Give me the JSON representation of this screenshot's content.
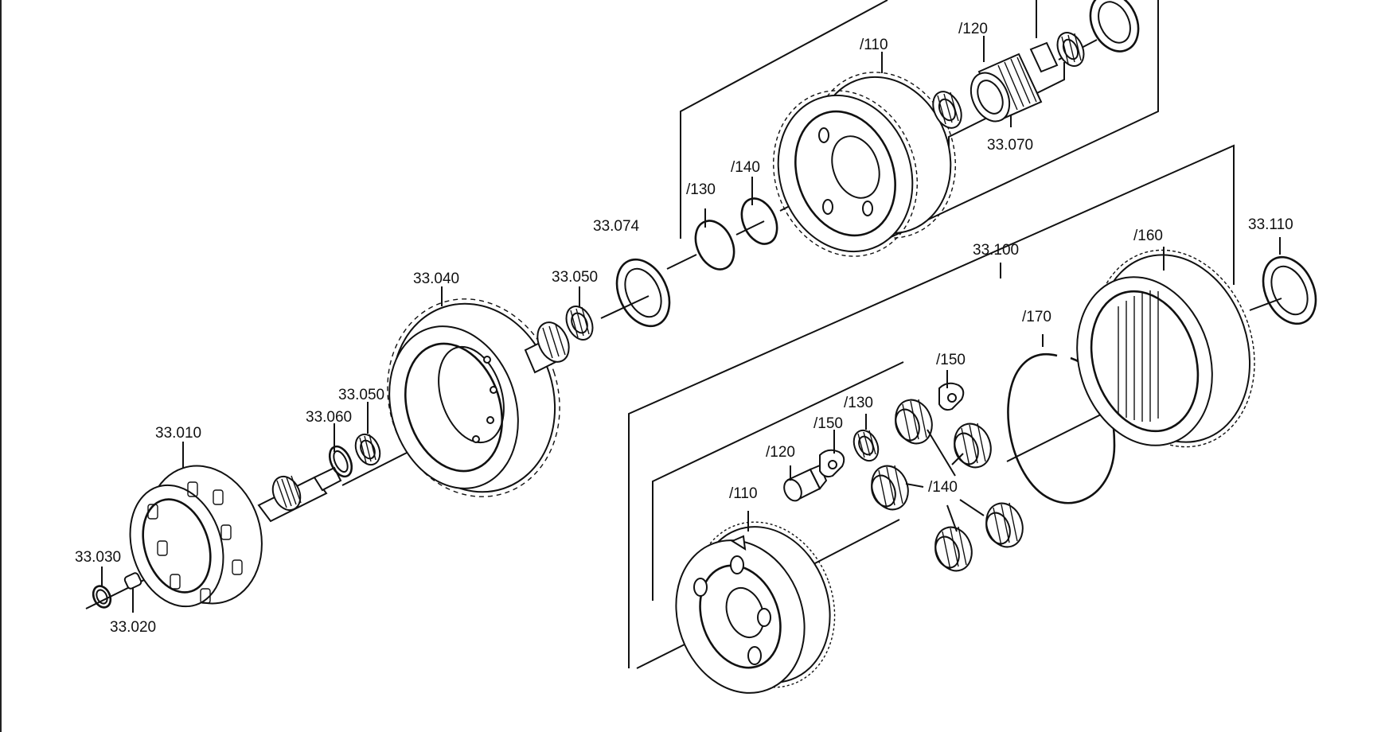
{
  "diagram": {
    "labels": {
      "p33_010": "33.010",
      "p33_020": "33.020",
      "p33_030": "33.030",
      "p33_040": "33.040",
      "p33_050a": "33.050",
      "p33_050b": "33.050",
      "p33_060": "33.060",
      "p33_070": "33.070",
      "p33_074": "33.074",
      "p33_100": "33.100",
      "p33_110": "33.110",
      "u110": "/110",
      "u120": "/120",
      "u130": "/130",
      "u140": "/140",
      "l110": "/110",
      "l120": "/120",
      "l130": "/130",
      "l140": "/140",
      "l150a": "/150",
      "l150b": "/150",
      "l160": "/160",
      "l170": "/170"
    }
  }
}
